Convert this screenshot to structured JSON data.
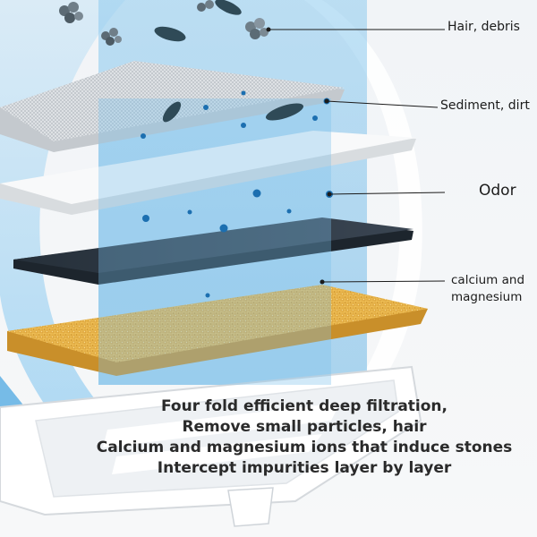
{
  "labels": {
    "hair": "Hair, debris",
    "sediment": "Sediment, dirt",
    "odor": "Odor",
    "calcium_line1": "calcium and",
    "calcium_line2": "magnesium"
  },
  "caption": {
    "line1": "Four fold efficient deep filtration,",
    "line2": "Remove small particles, hair",
    "line3": "Calcium and magnesium ions that induce stones",
    "line4": "Intercept impurities layer by layer"
  },
  "colors": {
    "water": "#7cc0ea",
    "mesh": "#dfe3e6",
    "cotton": "#f7f7f7",
    "carbon": "#2c3440",
    "resin": "#e8b54a",
    "particle": "#1c6fb0",
    "bacteria": "#2f4a57",
    "base": "#ffffff"
  }
}
